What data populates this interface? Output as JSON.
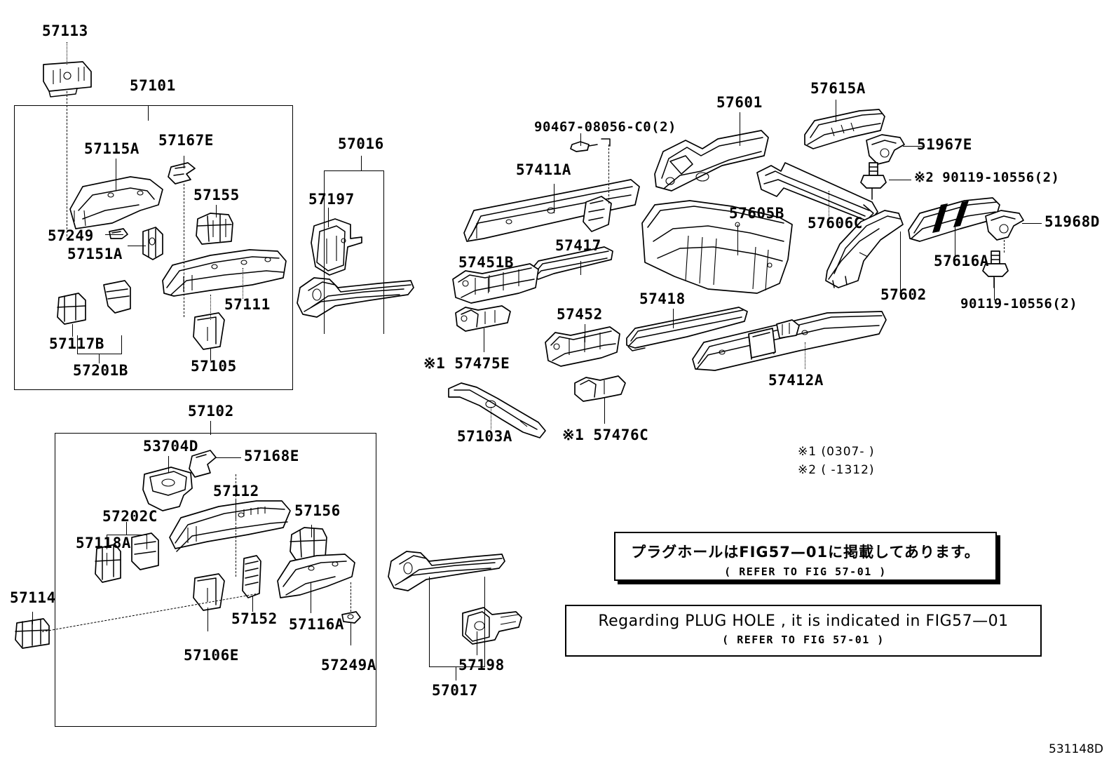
{
  "figure": {
    "id": "531148D",
    "type": "parts-catalog-exploded-diagram"
  },
  "groups": [
    {
      "name": "group-57101",
      "label": "57101"
    },
    {
      "name": "group-57102",
      "label": "57102"
    },
    {
      "name": "group-57016",
      "label": "57016"
    },
    {
      "name": "group-57017",
      "label": "57017"
    },
    {
      "name": "group-57202C",
      "label": "57202C"
    },
    {
      "name": "group-57201B",
      "label": "57201B"
    }
  ],
  "parts": [
    {
      "id": "p57113",
      "label": "57113"
    },
    {
      "id": "p57101",
      "label": "57101"
    },
    {
      "id": "p57115A",
      "label": "57115A"
    },
    {
      "id": "p57167E",
      "label": "57167E"
    },
    {
      "id": "p57155",
      "label": "57155"
    },
    {
      "id": "p57249",
      "label": "57249"
    },
    {
      "id": "p57151A",
      "label": "57151A"
    },
    {
      "id": "p57111",
      "label": "57111"
    },
    {
      "id": "p57117B",
      "label": "57117B"
    },
    {
      "id": "p57201B",
      "label": "57201B"
    },
    {
      "id": "p57105",
      "label": "57105"
    },
    {
      "id": "p57102",
      "label": "57102"
    },
    {
      "id": "p53704D",
      "label": "53704D"
    },
    {
      "id": "p57168E",
      "label": "57168E"
    },
    {
      "id": "p57112",
      "label": "57112"
    },
    {
      "id": "p57156",
      "label": "57156"
    },
    {
      "id": "p57202C",
      "label": "57202C"
    },
    {
      "id": "p57118A",
      "label": "57118A"
    },
    {
      "id": "p57114",
      "label": "57114"
    },
    {
      "id": "p57152",
      "label": "57152"
    },
    {
      "id": "p57116A",
      "label": "57116A"
    },
    {
      "id": "p57106E",
      "label": "57106E"
    },
    {
      "id": "p57249A",
      "label": "57249A"
    },
    {
      "id": "p57016",
      "label": "57016"
    },
    {
      "id": "p57197",
      "label": "57197"
    },
    {
      "id": "p57017",
      "label": "57017"
    },
    {
      "id": "p57198",
      "label": "57198"
    },
    {
      "id": "p90467",
      "label": "90467-08056-C0(2)"
    },
    {
      "id": "p57411A",
      "label": "57411A"
    },
    {
      "id": "p57417",
      "label": "57417"
    },
    {
      "id": "p57451B",
      "label": "57451B"
    },
    {
      "id": "p57475E",
      "label": "※1 57475E"
    },
    {
      "id": "p57452",
      "label": "57452"
    },
    {
      "id": "p57418",
      "label": "57418"
    },
    {
      "id": "p57412A",
      "label": "57412A"
    },
    {
      "id": "p57103A",
      "label": "57103A"
    },
    {
      "id": "p57476C",
      "label": "※1 57476C"
    },
    {
      "id": "p57601",
      "label": "57601"
    },
    {
      "id": "p57615A",
      "label": "57615A"
    },
    {
      "id": "p51967E",
      "label": "51967E"
    },
    {
      "id": "p90119a",
      "label": "※2 90119-10556(2)"
    },
    {
      "id": "p57605B",
      "label": "57605B"
    },
    {
      "id": "p57606C",
      "label": "57606C"
    },
    {
      "id": "p57602",
      "label": "57602"
    },
    {
      "id": "p57616A",
      "label": "57616A"
    },
    {
      "id": "p51968D",
      "label": "51968D"
    },
    {
      "id": "p90119b",
      "label": "90119-10556(2)"
    }
  ],
  "footnotes": [
    {
      "id": "fn1",
      "text": "※1 (0307-      )"
    },
    {
      "id": "fn2",
      "text": "※2 (      -1312)"
    }
  ],
  "notes": {
    "japanese": {
      "main": "プラグホールはFIG57—01に掲載してあります。",
      "sub": "(       REFER TO FIG 57-01          )"
    },
    "english": {
      "main": "Regarding PLUG HOLE , it is indicated in FIG57—01",
      "sub": "(        REFER TO FIG 57-01            )"
    }
  }
}
